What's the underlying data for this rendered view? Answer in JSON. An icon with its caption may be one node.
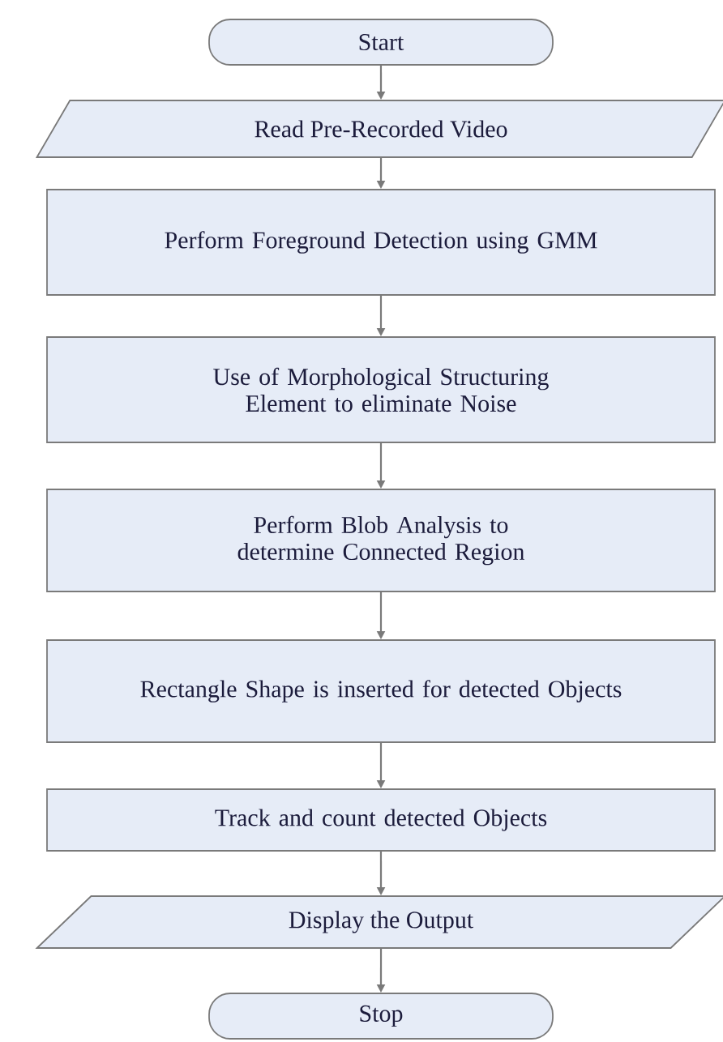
{
  "diagram": {
    "nodes": [
      {
        "text": [
          "Start"
        ]
      },
      {
        "text": [
          "Read Pre-Recorded Video"
        ]
      },
      {
        "text": [
          "Perform Foreground Detection using GMM"
        ]
      },
      {
        "text": [
          "Use of Morphological Structuring Element to eliminate Noise"
        ]
      },
      {
        "text": [
          "Perform Blob Analysis to determine Connected Region"
        ]
      },
      {
        "text": [
          "Rectangle Shape is inserted for detected Objects"
        ]
      },
      {
        "text": [
          "Track and count detected Objects"
        ]
      },
      {
        "text": [
          "Display the Output"
        ]
      },
      {
        "text": [
          "Stop"
        ]
      }
    ],
    "edges": [
      {
        "from": 0,
        "to": 1,
        "arrow": "to"
      },
      {
        "from": 1,
        "to": 2,
        "arrow": "to"
      },
      {
        "from": 2,
        "to": 3,
        "arrow": "to"
      },
      {
        "from": 3,
        "to": 4,
        "arrow": "to"
      },
      {
        "from": 4,
        "to": 5,
        "arrow": "to"
      },
      {
        "from": 5,
        "to": 6,
        "arrow": "to"
      },
      {
        "from": 6,
        "to": 7,
        "arrow": "to"
      },
      {
        "from": 7,
        "to": 8,
        "arrow": "to"
      }
    ]
  }
}
